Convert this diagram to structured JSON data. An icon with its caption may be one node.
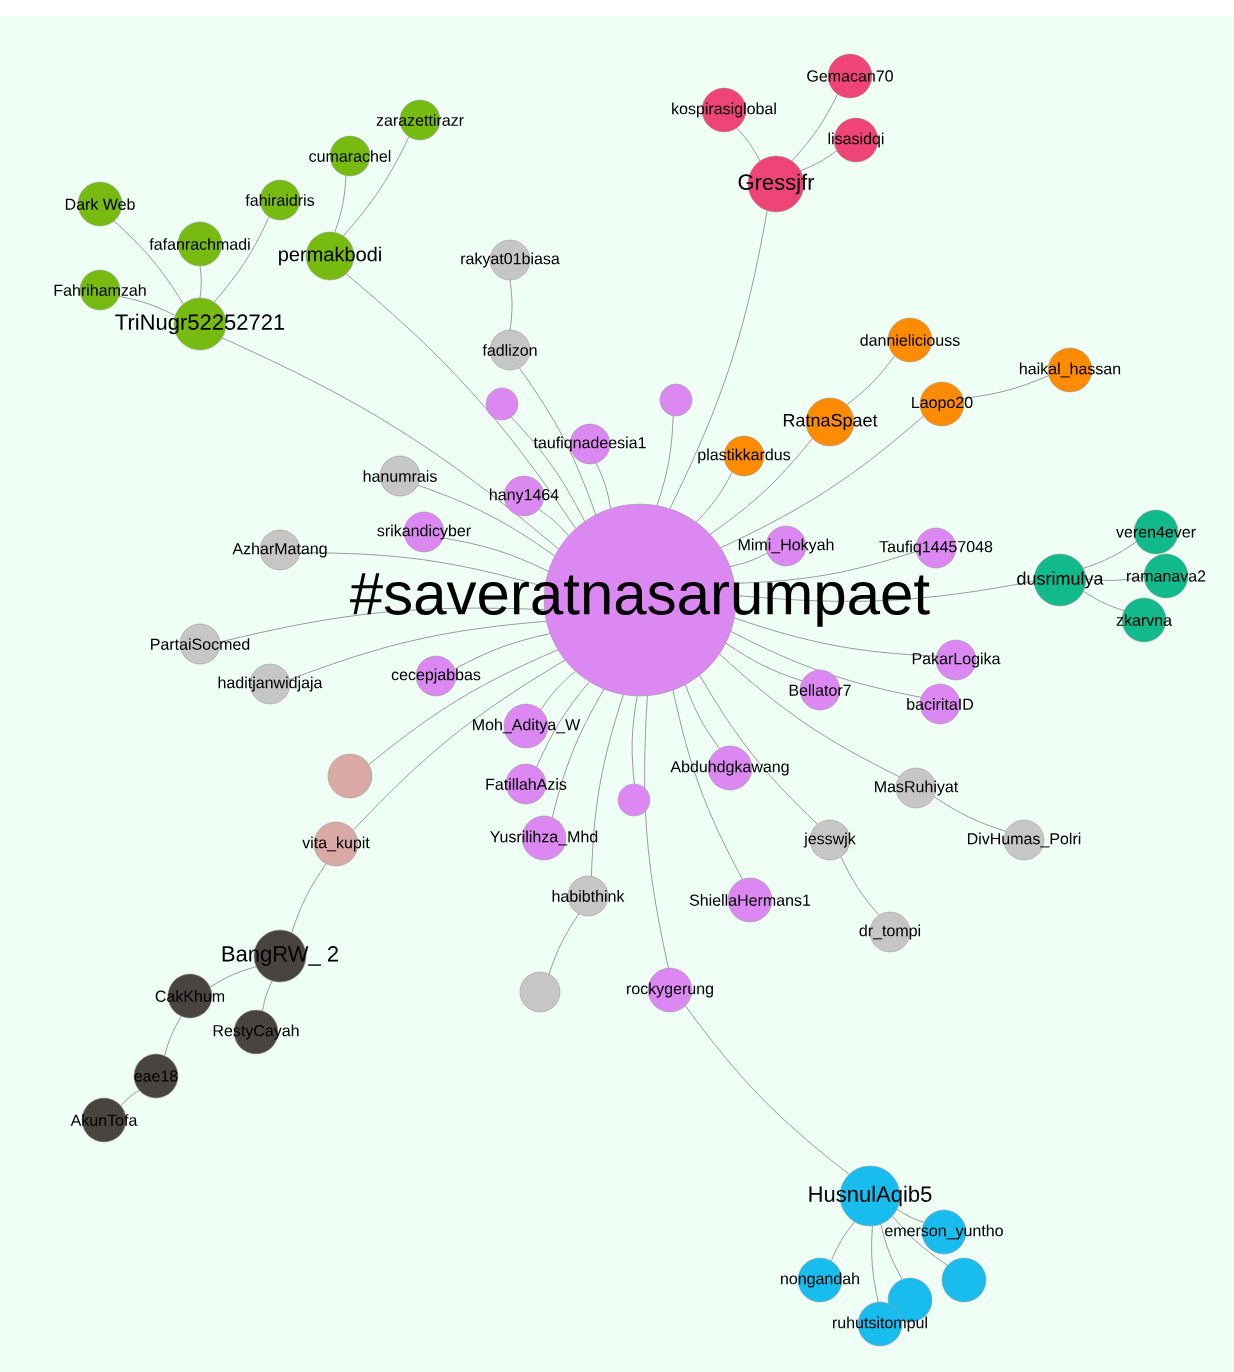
{
  "diagram": {
    "nodes": [
      {
        "text": [
          "#saveratnasarumpaet"
        ]
      },
      {
        "text": [
          "taufiqnadeesia1"
        ]
      },
      {
        "text": [
          "hany1464"
        ]
      },
      {
        "text": [
          "Mimi_Hokyah"
        ]
      },
      {
        "text": [
          "Taufiq14457048"
        ]
      },
      {
        "text": [
          "srikandicyber"
        ]
      },
      {
        "text": [
          "PakarLogika"
        ]
      },
      {
        "text": [
          "baciritaID"
        ]
      },
      {
        "text": [
          "cecepjabbas"
        ]
      },
      {
        "text": [
          "Moh_Aditya_W"
        ]
      },
      {
        "text": [
          "Bellator7"
        ]
      },
      {
        "text": [
          "Abduhdgkawang"
        ]
      },
      {
        "text": [
          "FatillahAzis"
        ]
      },
      {
        "text": [
          "Yusrilihza_Mhd"
        ]
      },
      {
        "text": [],
        "shape": "circle"
      },
      {
        "text": [],
        "shape": "circle"
      },
      {
        "text": [],
        "shape": "circle"
      },
      {
        "text": [
          "ShiellaHermans1"
        ]
      },
      {
        "text": [
          "rockygerung"
        ]
      },
      {
        "text": [
          "rakyat01biasa"
        ]
      },
      {
        "text": [
          "fadlizon"
        ]
      },
      {
        "text": [
          "AzharMatang"
        ]
      },
      {
        "text": [
          "hanumrais"
        ]
      },
      {
        "text": [
          "PartaiSocmed"
        ]
      },
      {
        "text": [
          "haditjanwidjaja"
        ]
      },
      {
        "text": [
          "MasRuhiyat"
        ]
      },
      {
        "text": [
          "DivHumas_Polri"
        ]
      },
      {
        "text": [
          "jesswjk"
        ]
      },
      {
        "text": [
          "dr_tompi"
        ]
      },
      {
        "text": [
          "habibthink"
        ]
      },
      {
        "text": [],
        "shape": "circle"
      },
      {
        "text": [],
        "shape": "circle"
      },
      {
        "text": [
          "vita_kupit"
        ]
      },
      {
        "text": [
          "BangRW_ 2"
        ]
      },
      {
        "text": [
          "CakKhum"
        ]
      },
      {
        "text": [
          "RestyCayah"
        ]
      },
      {
        "text": [
          "eae18"
        ]
      },
      {
        "text": [
          "AkunTofa"
        ]
      },
      {
        "text": [
          "TriNugr52252721"
        ]
      },
      {
        "text": [
          "permakbodi"
        ]
      },
      {
        "text": [
          "fahiraidris"
        ]
      },
      {
        "text": [
          "cumarachel"
        ]
      },
      {
        "text": [
          "zarazettirazr"
        ]
      },
      {
        "text": [
          "Dark Web"
        ]
      },
      {
        "text": [
          "fafanrachmadi"
        ]
      },
      {
        "text": [
          "Fahrihamzah"
        ]
      },
      {
        "text": [
          "Gressjfr"
        ]
      },
      {
        "text": [
          "kospirasiglobal"
        ]
      },
      {
        "text": [
          "Gemacan70"
        ]
      },
      {
        "text": [
          "lisasidqi"
        ]
      },
      {
        "text": [
          "dannieliciouss"
        ]
      },
      {
        "text": [
          "RatnaSpaet"
        ]
      },
      {
        "text": [
          "haikal_hassan"
        ]
      },
      {
        "text": [
          "plastikkardus"
        ]
      },
      {
        "text": [
          "Laopo20"
        ]
      },
      {
        "text": [
          "dusrimulya"
        ]
      },
      {
        "text": [
          "veren4ever"
        ]
      },
      {
        "text": [
          "ramanava2"
        ]
      },
      {
        "text": [
          "zkarvna"
        ]
      },
      {
        "text": [
          "HusnulAqib5"
        ]
      },
      {
        "text": [
          "emerson_yuntho"
        ]
      },
      {
        "text": [],
        "shape": "circle"
      },
      {
        "text": [
          "nongandah"
        ]
      },
      {
        "text": [],
        "shape": "circle"
      },
      {
        "text": [
          "ruhutsitompul"
        ]
      }
    ],
    "edges": [
      {
        "from": 1,
        "to": 0,
        "arrow": "none"
      },
      {
        "from": 2,
        "to": 0,
        "arrow": "none"
      },
      {
        "from": 3,
        "to": 0,
        "arrow": "none"
      },
      {
        "from": 4,
        "to": 0,
        "arrow": "none"
      },
      {
        "from": 5,
        "to": 0,
        "arrow": "none"
      },
      {
        "from": 6,
        "to": 0,
        "arrow": "none"
      },
      {
        "from": 7,
        "to": 0,
        "arrow": "none"
      },
      {
        "from": 8,
        "to": 0,
        "arrow": "none"
      },
      {
        "from": 9,
        "to": 0,
        "arrow": "none"
      },
      {
        "from": 10,
        "to": 0,
        "arrow": "none"
      },
      {
        "from": 11,
        "to": 0,
        "arrow": "none"
      },
      {
        "from": 12,
        "to": 0,
        "arrow": "none"
      },
      {
        "from": 13,
        "to": 0,
        "arrow": "none"
      },
      {
        "from": 14,
        "to": 0,
        "arrow": "none"
      },
      {
        "from": 15,
        "to": 0,
        "arrow": "none"
      },
      {
        "from": 16,
        "to": 0,
        "arrow": "none"
      },
      {
        "from": 17,
        "to": 0,
        "arrow": "none"
      },
      {
        "from": 18,
        "to": 0,
        "arrow": "none"
      },
      {
        "from": 19,
        "to": 20,
        "arrow": "none"
      },
      {
        "from": 20,
        "to": 0,
        "arrow": "none"
      },
      {
        "from": 21,
        "to": 0,
        "arrow": "none"
      },
      {
        "from": 22,
        "to": 0,
        "arrow": "none"
      },
      {
        "from": 23,
        "to": 0,
        "arrow": "none"
      },
      {
        "from": 24,
        "to": 0,
        "arrow": "none"
      },
      {
        "from": 25,
        "to": 0,
        "arrow": "none"
      },
      {
        "from": 26,
        "to": 25,
        "arrow": "none"
      },
      {
        "from": 27,
        "to": 0,
        "arrow": "none"
      },
      {
        "from": 28,
        "to": 27,
        "arrow": "none"
      },
      {
        "from": 29,
        "to": 0,
        "arrow": "none"
      },
      {
        "from": 30,
        "to": 29,
        "arrow": "none"
      },
      {
        "from": 31,
        "to": 0,
        "arrow": "none"
      },
      {
        "from": 32,
        "to": 0,
        "arrow": "none"
      },
      {
        "from": 33,
        "to": 32,
        "arrow": "none"
      },
      {
        "from": 34,
        "to": 33,
        "arrow": "none"
      },
      {
        "from": 35,
        "to": 33,
        "arrow": "none"
      },
      {
        "from": 36,
        "to": 34,
        "arrow": "none"
      },
      {
        "from": 37,
        "to": 36,
        "arrow": "none"
      },
      {
        "from": 38,
        "to": 0,
        "arrow": "none"
      },
      {
        "from": 39,
        "to": 0,
        "arrow": "none"
      },
      {
        "from": 40,
        "to": 38,
        "arrow": "none"
      },
      {
        "from": 41,
        "to": 39,
        "arrow": "none"
      },
      {
        "from": 42,
        "to": 39,
        "arrow": "none"
      },
      {
        "from": 43,
        "to": 38,
        "arrow": "none"
      },
      {
        "from": 44,
        "to": 38,
        "arrow": "none"
      },
      {
        "from": 45,
        "to": 38,
        "arrow": "none"
      },
      {
        "from": 46,
        "to": 0,
        "arrow": "none"
      },
      {
        "from": 47,
        "to": 46,
        "arrow": "none"
      },
      {
        "from": 48,
        "to": 46,
        "arrow": "none"
      },
      {
        "from": 49,
        "to": 46,
        "arrow": "none"
      },
      {
        "from": 50,
        "to": 51,
        "arrow": "none"
      },
      {
        "from": 51,
        "to": 0,
        "arrow": "none"
      },
      {
        "from": 52,
        "to": 54,
        "arrow": "none"
      },
      {
        "from": 53,
        "to": 0,
        "arrow": "none"
      },
      {
        "from": 54,
        "to": 0,
        "arrow": "none"
      },
      {
        "from": 55,
        "to": 0,
        "arrow": "none"
      },
      {
        "from": 56,
        "to": 55,
        "arrow": "none"
      },
      {
        "from": 57,
        "to": 55,
        "arrow": "none"
      },
      {
        "from": 58,
        "to": 55,
        "arrow": "none"
      },
      {
        "from": 59,
        "to": 18,
        "arrow": "none"
      },
      {
        "from": 60,
        "to": 59,
        "arrow": "none"
      },
      {
        "from": 61,
        "to": 59,
        "arrow": "none"
      },
      {
        "from": 62,
        "to": 59,
        "arrow": "none"
      },
      {
        "from": 63,
        "to": 59,
        "arrow": "none"
      },
      {
        "from": 64,
        "to": 59,
        "arrow": "none"
      }
    ]
  }
}
